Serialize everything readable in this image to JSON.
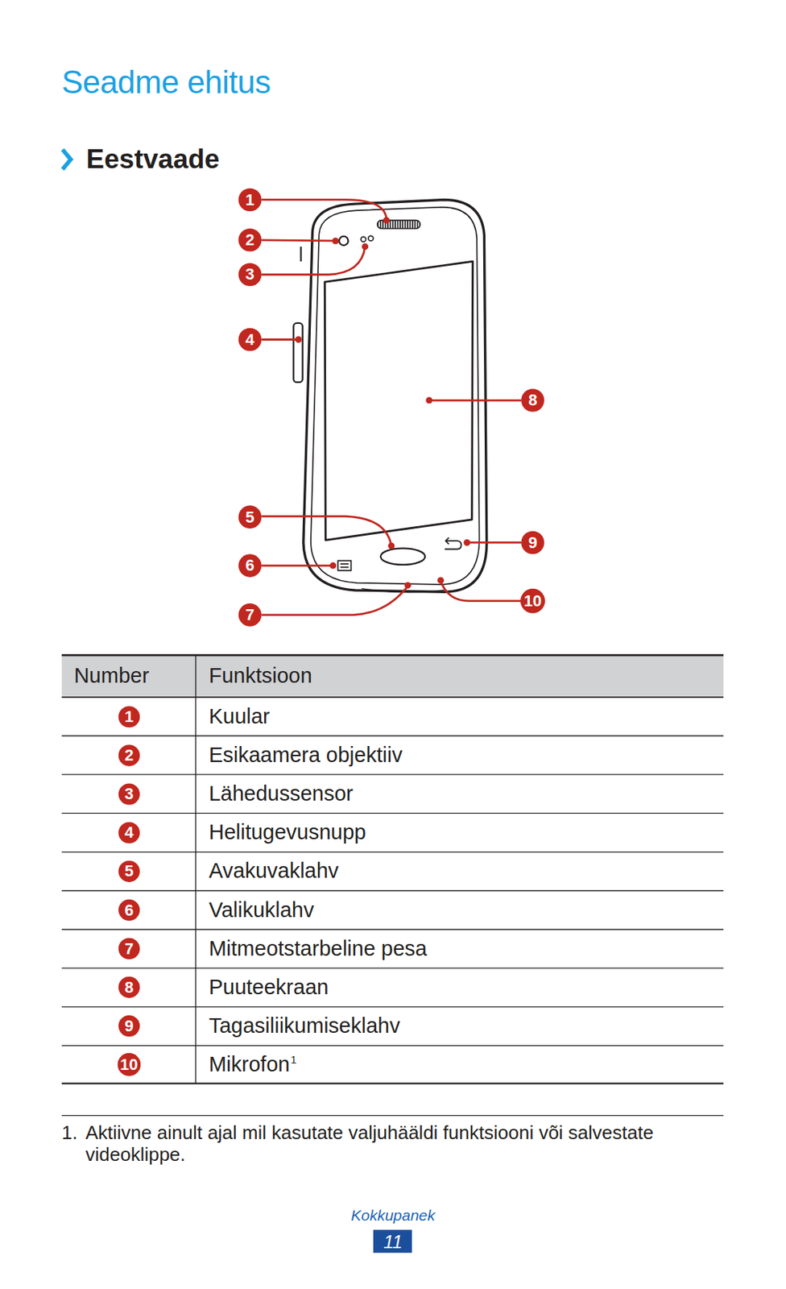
{
  "diagram": {
    "title": "Seadme ehitus",
    "labels": [
      "Eestvaade",
      "1",
      "2",
      "3",
      "4",
      "5",
      "6",
      "7",
      "8",
      "9",
      "10",
      "Number",
      "Funktsioon",
      "1",
      "Kuular",
      "2",
      "Esikaamera objektiiv",
      "3",
      "Lähedussensor",
      "4",
      "Helitugevusnupp",
      "5",
      "Avakuvaklahv",
      "6",
      "Valikuklahv",
      "7",
      "Mitmeotstarbeline pesa",
      "8",
      "Puuteekraan",
      "9",
      "Tagasiliikumiseklahv",
      "10",
      "Mikrofon",
      "1",
      "1.",
      "Aktiivne ainult ajal mil kasutate valjuhääldi funktsiooni või salvestate videoklippe.",
      "Kokkupanek",
      "11"
    ]
  }
}
